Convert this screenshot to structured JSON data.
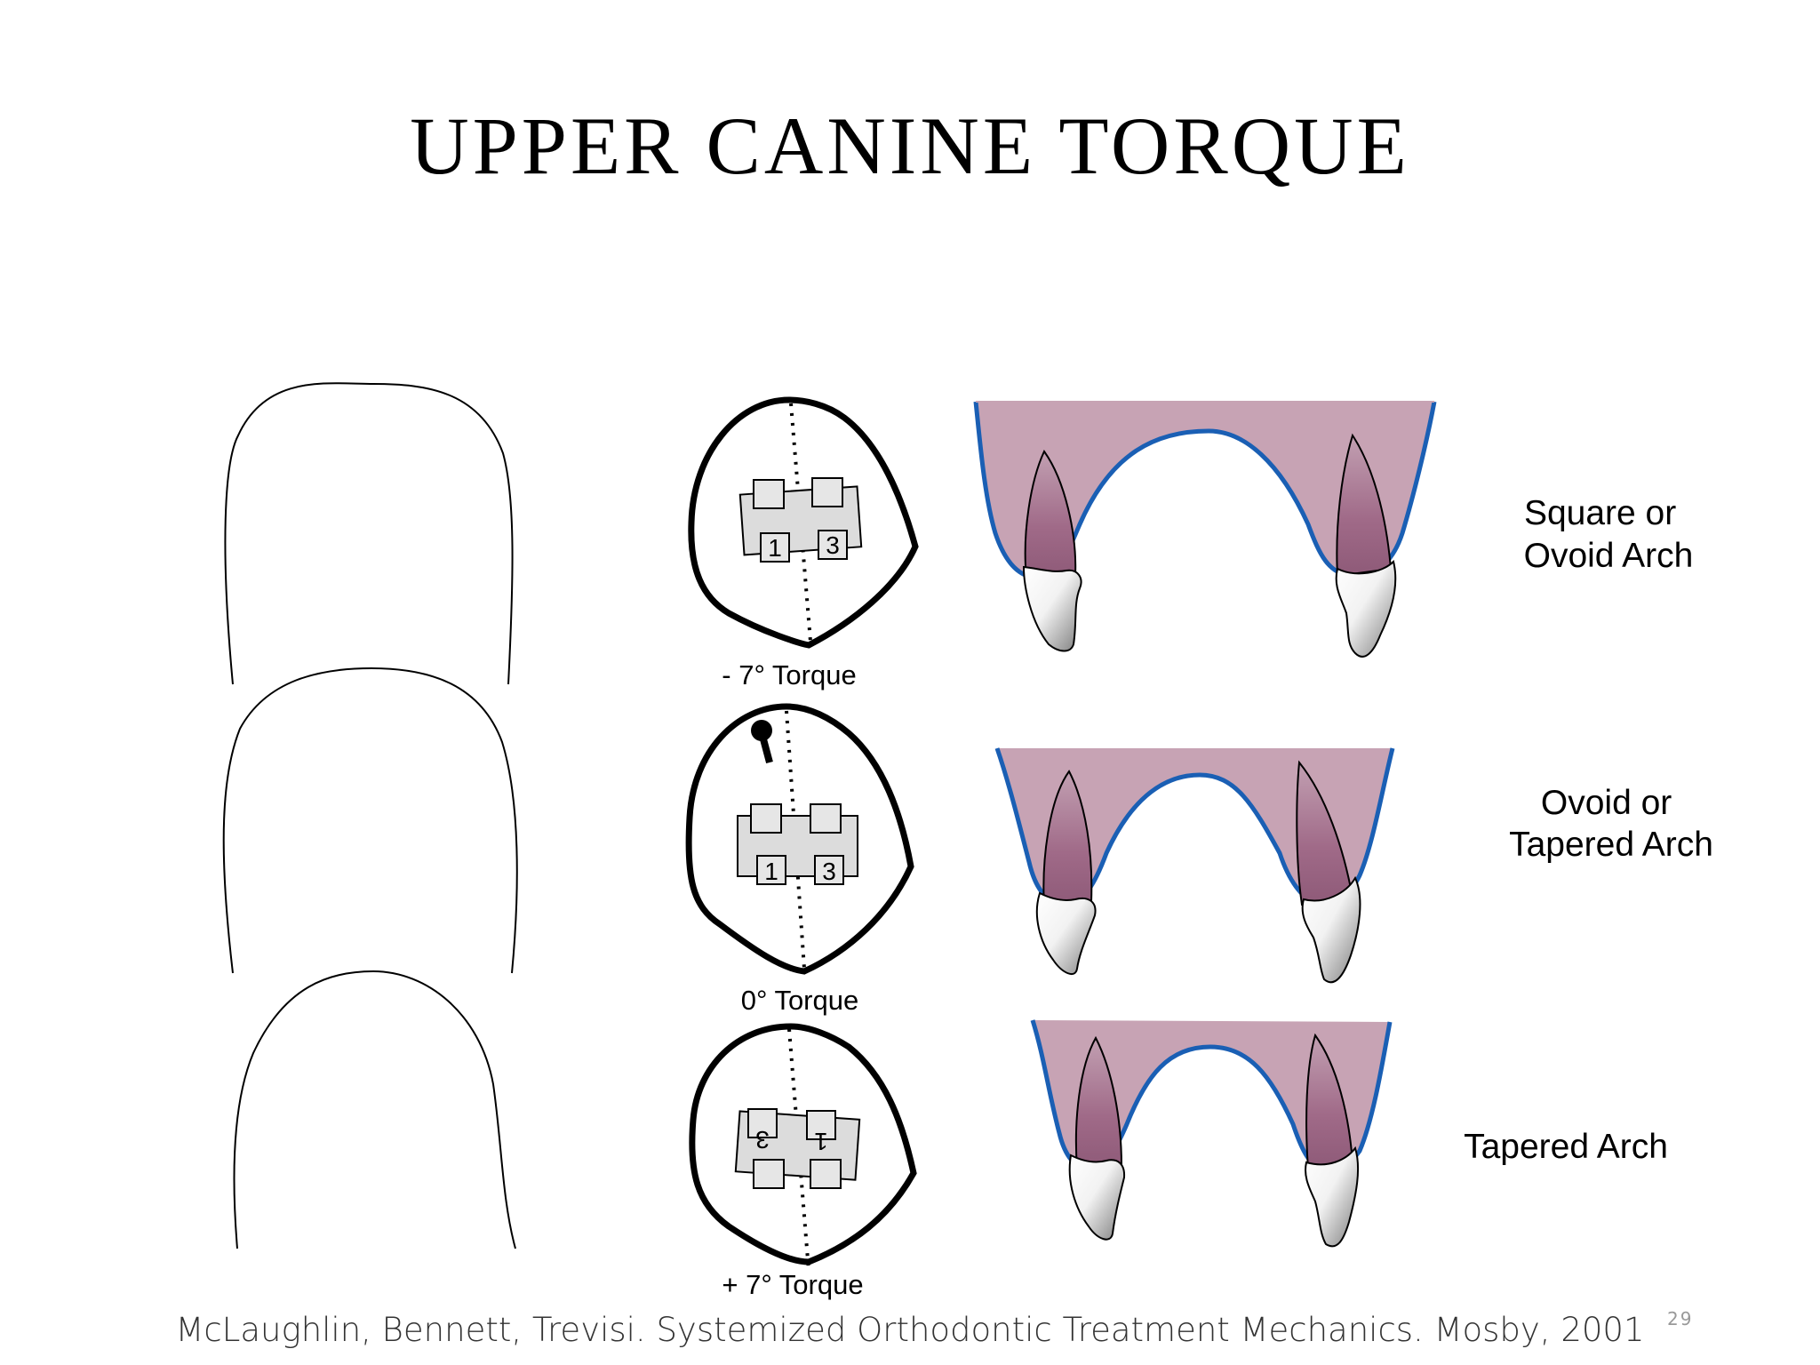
{
  "slide": {
    "title": "UPPER CANINE TORQUE",
    "citation": "McLaughlin, Bennett, Trevisi. Systemized Orthodontic  Treatment Mechanics. Mosby, 2001",
    "page_number": "29"
  },
  "rows": [
    {
      "torque_label": "- 7° Torque",
      "arch_label_lines": [
        "Square or",
        "Ovoid Arch"
      ],
      "bracket_slots": [
        "1",
        "3"
      ],
      "bracket_inverted": false,
      "has_hook": false
    },
    {
      "torque_label": "0° Torque",
      "arch_label_lines": [
        "Ovoid or",
        "Tapered Arch"
      ],
      "bracket_slots": [
        "1",
        "3"
      ],
      "bracket_inverted": false,
      "has_hook": true
    },
    {
      "torque_label": "+ 7° Torque",
      "arch_label_lines": [
        "Tapered Arch"
      ],
      "bracket_slots": [
        "3",
        "1"
      ],
      "bracket_inverted": true,
      "has_hook": false
    }
  ],
  "colors": {
    "gum_fill": "#c7a3b4",
    "gum_outline": "#1a5fb4",
    "root_fill": "#9e6a86",
    "bracket_fill": "#dcdcdc",
    "outline": "#000000"
  }
}
